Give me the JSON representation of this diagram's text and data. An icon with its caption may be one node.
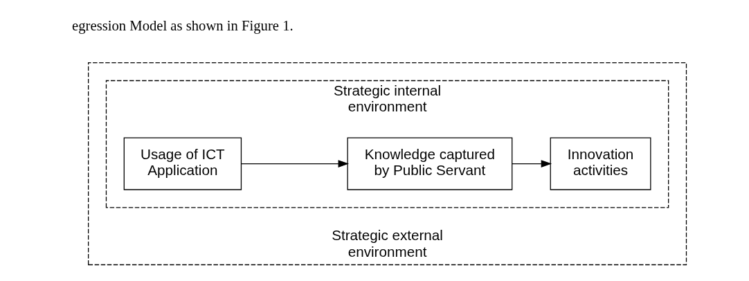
{
  "diagram": {
    "nodes": [
      {
        "text": [
          "Strategic external environment"
        ]
      },
      {
        "text": [
          "Strategic internal environment"
        ],
        "in": 0
      },
      {
        "text": [
          "Usage of ICT Application"
        ],
        "in": 1
      },
      {
        "text": [
          "Knowledge captured by Public Servant"
        ],
        "in": 1
      },
      {
        "text": [
          "Innovation activities"
        ],
        "in": 1
      }
    ],
    "edges": [
      {
        "from": 2,
        "to": 3,
        "arrow": "to"
      },
      {
        "from": 3,
        "to": 4,
        "arrow": "to"
      }
    ],
    "labels": [
      "egression Model as shown in Figure 1."
    ]
  }
}
